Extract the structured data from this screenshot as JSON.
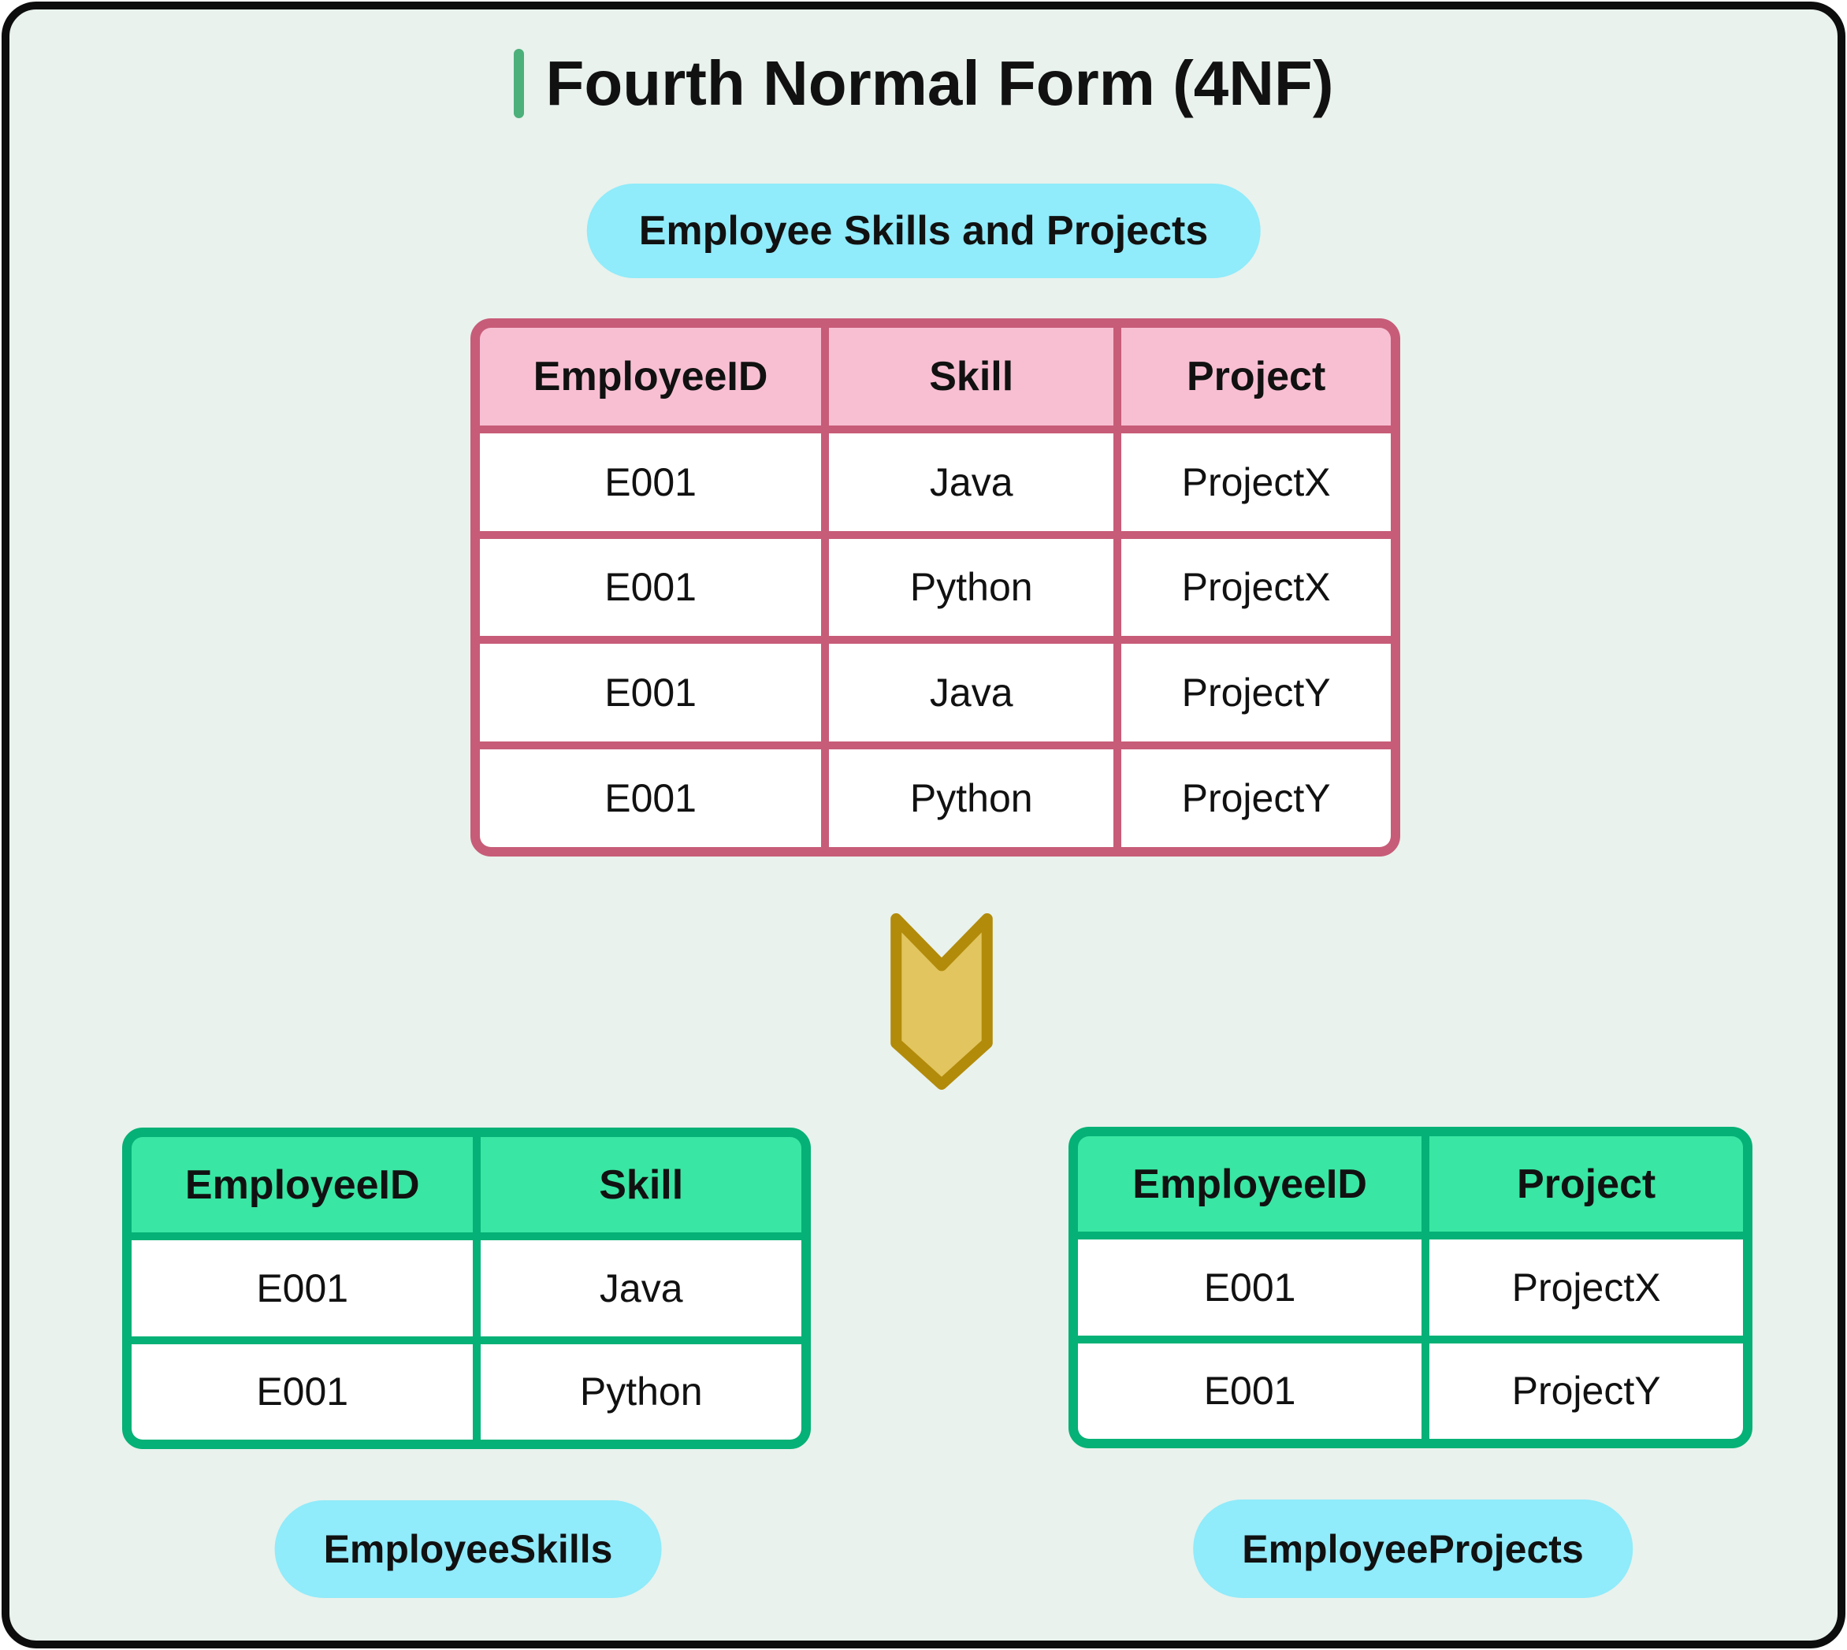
{
  "title": {
    "text": "Fourth Normal Form (4NF)"
  },
  "source_pill": {
    "label": "Employee Skills and Projects"
  },
  "combined_table": {
    "headers": [
      "EmployeeID",
      "Skill",
      "Project"
    ],
    "rows": [
      [
        "E001",
        "Java",
        "ProjectX"
      ],
      [
        "E001",
        "Python",
        "ProjectX"
      ],
      [
        "E001",
        "Java",
        "ProjectY"
      ],
      [
        "E001",
        "Python",
        "ProjectY"
      ]
    ]
  },
  "decomposition": {
    "arrow_icon": "chevron-down-icon"
  },
  "skills_table": {
    "headers": [
      "EmployeeID",
      "Skill"
    ],
    "rows": [
      [
        "E001",
        "Java"
      ],
      [
        "E001",
        "Python"
      ]
    ],
    "pill_label": "EmployeeSkills"
  },
  "projects_table": {
    "headers": [
      "EmployeeID",
      "Project"
    ],
    "rows": [
      [
        "E001",
        "ProjectX"
      ],
      [
        "E001",
        "ProjectY"
      ]
    ],
    "pill_label": "EmployeeProjects"
  },
  "colors": {
    "canvas_bg": "#E9F2ED",
    "canvas_border": "#0D0D0D",
    "title_accent": "#4CB07A",
    "pill_bg": "#90EBFA",
    "pink_header": "#F8BFD3",
    "pink_border": "#C75C78",
    "green_header": "#39E6A3",
    "green_border": "#05B176",
    "cell_bg": "#FFFFFF",
    "arrow_fill": "#E2C55E",
    "arrow_border": "#B28B0A",
    "text": "#111111"
  }
}
